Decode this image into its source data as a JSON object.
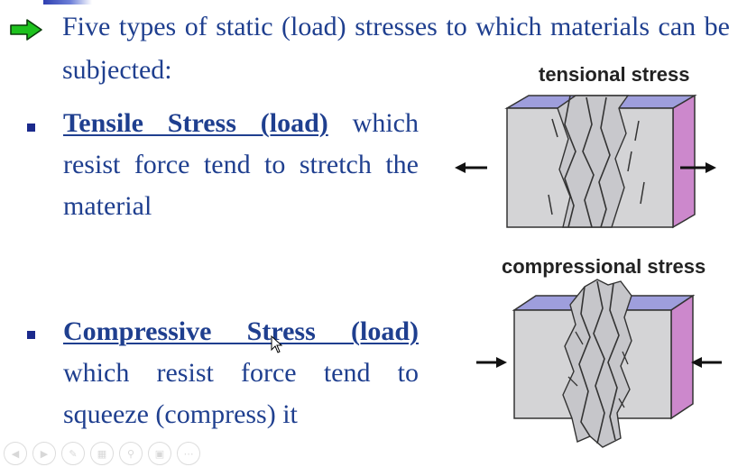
{
  "intro": {
    "text": "Five types of static (load) stresses to which materials can be subjected:",
    "icon": "green-right-arrow-icon"
  },
  "items": [
    {
      "term": "Tensile Stress (load)",
      "description": " which resist force tend to stretch the material"
    },
    {
      "term": "Compressive Stress (load)",
      "description": " which resist force tend to squeeze (compress) it"
    }
  ],
  "diagrams": {
    "tension_title": "tensional stress",
    "compression_title": "compressional stress"
  },
  "colors": {
    "text": "#1f3f8f",
    "bullet": "#1b2a8c",
    "arrow_fill": "#1ec21e",
    "block_front": "#d4d4d6",
    "block_top": "#9e9edc",
    "block_side": "#cc88cc"
  },
  "controls": [
    "back-icon",
    "forward-icon",
    "pen-icon",
    "slides-icon",
    "zoom-icon",
    "display-icon",
    "more-icon"
  ]
}
